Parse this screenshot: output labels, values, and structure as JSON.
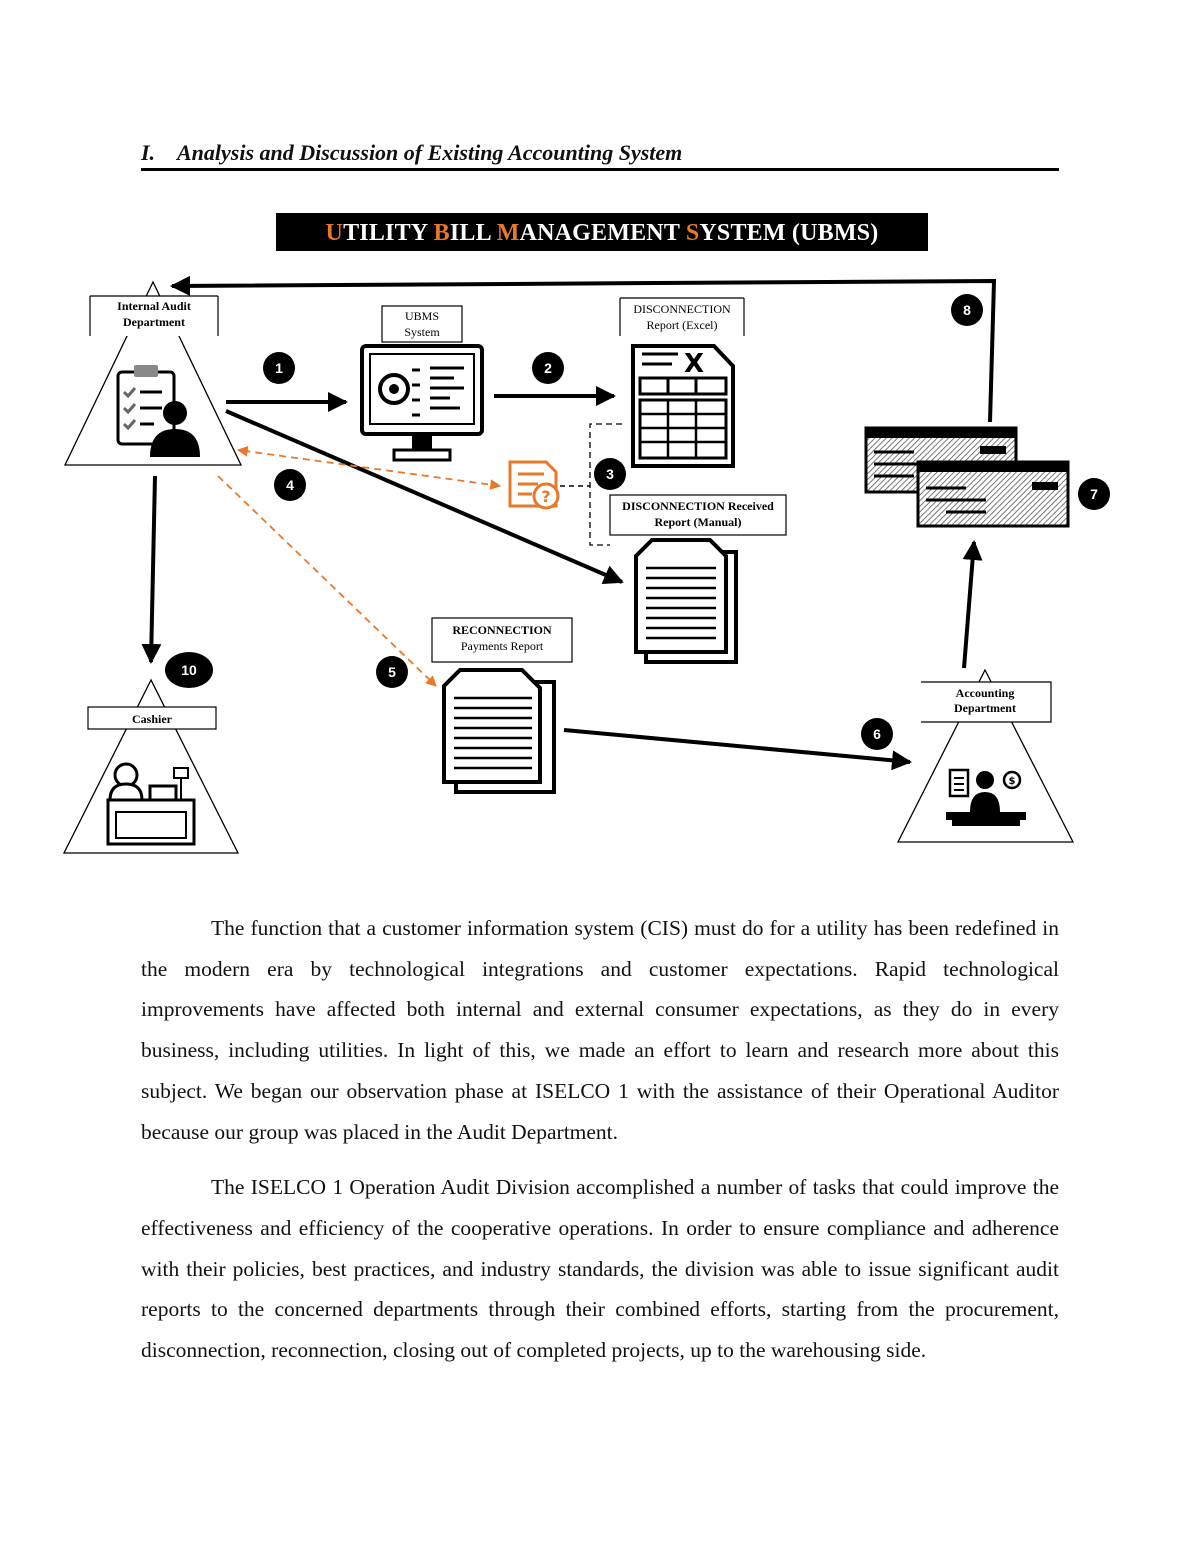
{
  "heading": {
    "number": "I.",
    "title": "Analysis and Discussion of Existing Accounting System"
  },
  "banner": {
    "parts": [
      {
        "text": "U",
        "accent": true
      },
      {
        "text": "TILITY ",
        "accent": false
      },
      {
        "text": "B",
        "accent": true
      },
      {
        "text": "ILL ",
        "accent": false
      },
      {
        "text": "M",
        "accent": true
      },
      {
        "text": "ANAGEMENT ",
        "accent": false
      },
      {
        "text": "S",
        "accent": true
      },
      {
        "text": "YSTEM (UBMS)",
        "accent": false
      }
    ],
    "accent_color": "#e8782a"
  },
  "diagram": {
    "labels": {
      "internal_audit": [
        "Internal Audit",
        "Department"
      ],
      "ubms_system": [
        "UBMS",
        "System"
      ],
      "disconnection_excel": [
        "DISCONNECTION",
        "Report (Excel)"
      ],
      "disconnection_manual": [
        "DISCONNECTION  Received",
        "Report (Manual)"
      ],
      "reconnection": [
        "RECONNECTION",
        "Payments Report"
      ],
      "cashier": [
        "Cashier"
      ],
      "accounting": [
        "Accounting",
        "Department"
      ]
    },
    "steps": [
      "1",
      "2",
      "3",
      "4",
      "5",
      "6",
      "7",
      "8",
      "10"
    ],
    "accent_color": "#e8782a",
    "icons": [
      "auditor-clipboard-icon",
      "computer-monitor-icon",
      "excel-spreadsheet-icon",
      "document-stack-icon",
      "question-document-icon",
      "check-bills-icon",
      "cashier-icon",
      "accountant-icon"
    ]
  },
  "paragraphs": [
    "The function that a customer information system (CIS) must do for a utility has been redefined in the modern era by technological integrations and customer expectations. Rapid technological improvements have affected both internal and external consumer expectations, as they do in every business, including utilities. In light of this, we made an effort to learn and research more about this subject. We began our observation phase at ISELCO 1 with the assistance of their Operational Auditor because our group was placed in the Audit Department.",
    "The ISELCO 1 Operation Audit Division accomplished a number of tasks that could improve the effectiveness and efficiency of the cooperative operations. In order to ensure compliance and adherence with their policies, best practices, and industry standards, the division was able to issue significant audit reports to the concerned departments through their combined efforts, starting from the procurement, disconnection, reconnection, closing out of completed projects, up to the warehousing side."
  ]
}
